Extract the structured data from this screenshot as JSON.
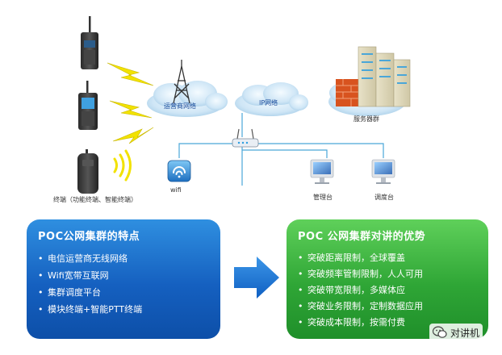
{
  "diagram": {
    "labels": {
      "carrier_network": "运营商网络",
      "ip_network": "IP网络",
      "server_cluster": "服务器群",
      "terminals": "终端（功能终端、智能终端）",
      "wifi": "wifi",
      "management_console": "管理台",
      "dispatch_console": "调度台"
    }
  },
  "panel_left": {
    "title": "POC公网集群的特点",
    "items": [
      "电信运营商无线网络",
      "Wifi宽带互联网",
      "集群调度平台",
      "模块终端+智能PTT终端"
    ]
  },
  "panel_right": {
    "title": "POC 公网集群对讲的优势",
    "items": [
      "突破距离限制，全球覆盖",
      "突破频率管制限制，人人可用",
      "突破带宽限制，多媒体应",
      "突破业务限制，定制数据应用",
      "突破成本限制，按需付费"
    ]
  },
  "watermark": {
    "text": "对讲机"
  },
  "colors": {
    "left_panel": "#1a6fcf",
    "right_panel": "#34ab3a",
    "arrow": "#1a6fd0",
    "lightning": "#f2e200"
  }
}
